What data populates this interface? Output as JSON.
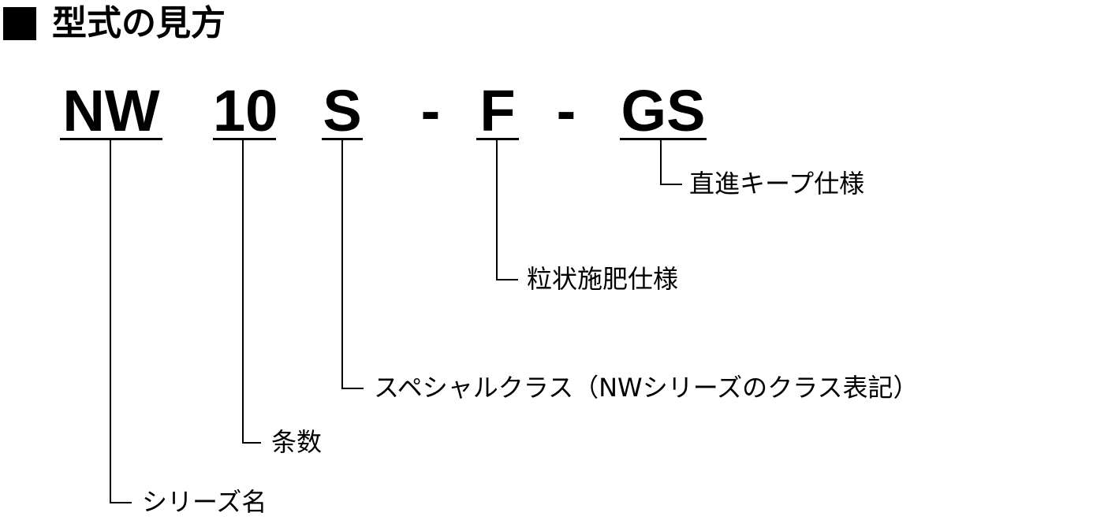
{
  "title": "型式の見方",
  "model_code": {
    "series": "NW",
    "rows": "10",
    "class": "S",
    "separator_1": "-",
    "fertilizer": "F",
    "separator_2": "-",
    "straight": "GS"
  },
  "descriptions": {
    "straight": "直進キープ仕様",
    "fertilizer": "粒状施肥仕様",
    "class": "スペシャルクラス（NWシリーズのクラス表記）",
    "rows": "条数",
    "series": "シリーズ名"
  }
}
